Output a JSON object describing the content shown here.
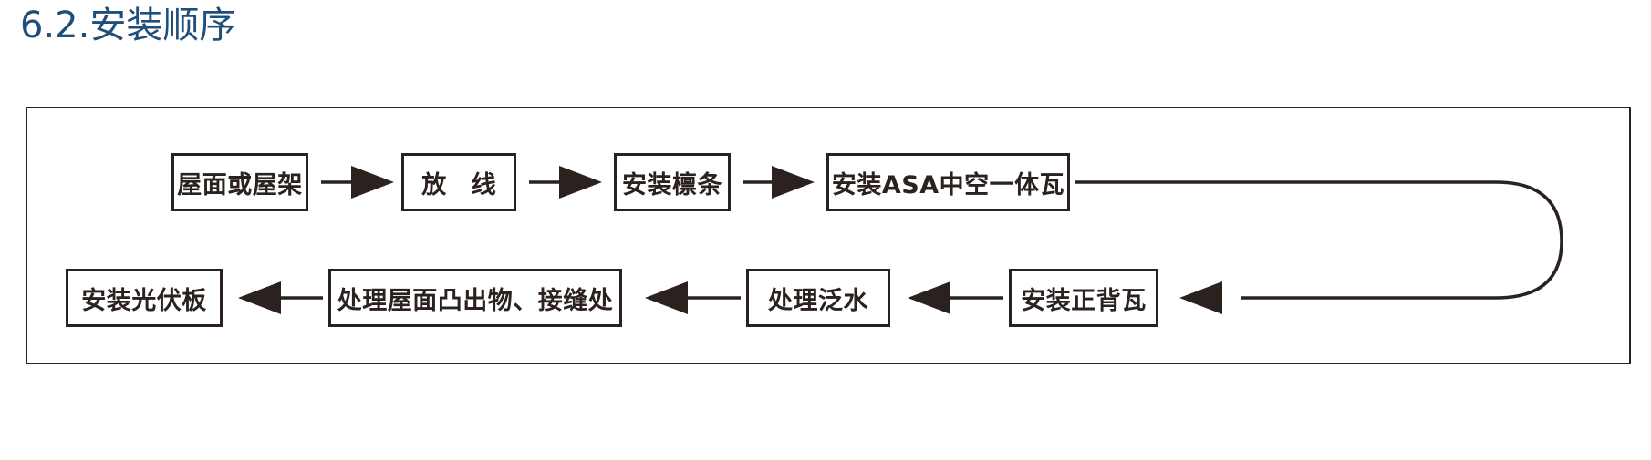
{
  "page": {
    "title": "6.2.安装顺序",
    "title_color": "#1F4E79",
    "line_color": "#2B2220",
    "background": "#FFFFFF"
  },
  "diagram": {
    "name": "installation-sequence-flowchart",
    "type": "flowchart",
    "frame": {
      "border_color": "#2B2220"
    },
    "rows": [
      {
        "name": "top-row",
        "direction": "left-to-right",
        "nodes": [
          {
            "id": "roof",
            "label": "屋面或屋架"
          },
          {
            "id": "layout",
            "label": "放 线"
          },
          {
            "id": "purlin",
            "label": "安装檩条"
          },
          {
            "id": "asa_tile",
            "label": "安装ASA中空一体瓦"
          }
        ]
      },
      {
        "name": "bottom-row",
        "direction": "right-to-left",
        "nodes": [
          {
            "id": "ridge_tile",
            "label": "安装正背瓦"
          },
          {
            "id": "flashing",
            "label": "处理泛水"
          },
          {
            "id": "protrusion",
            "label": "处理屋面凸出物、接缝处"
          },
          {
            "id": "pv_panel",
            "label": "安装光伏板"
          }
        ]
      }
    ],
    "connectors": [
      {
        "id": "roof-to-layout",
        "from": "roof",
        "to": "layout",
        "style": "straight-arrow",
        "direction": "right"
      },
      {
        "id": "layout-to-purlin",
        "from": "layout",
        "to": "purlin",
        "style": "straight-arrow",
        "direction": "right"
      },
      {
        "id": "purlin-to-asa",
        "from": "purlin",
        "to": "asa_tile",
        "style": "straight-arrow",
        "direction": "right"
      },
      {
        "id": "asa-to-ridge",
        "from": "asa_tile",
        "to": "ridge_tile",
        "style": "u-turn-curve",
        "direction": "wrap-right-down-left"
      },
      {
        "id": "ridge-to-flashing",
        "from": "ridge_tile",
        "to": "flashing",
        "style": "straight-arrow",
        "direction": "left"
      },
      {
        "id": "flashing-to-protrusion",
        "from": "flashing",
        "to": "protrusion",
        "style": "straight-arrow",
        "direction": "left"
      },
      {
        "id": "protrusion-to-pv",
        "from": "protrusion",
        "to": "pv_panel",
        "style": "straight-arrow",
        "direction": "left"
      }
    ]
  }
}
